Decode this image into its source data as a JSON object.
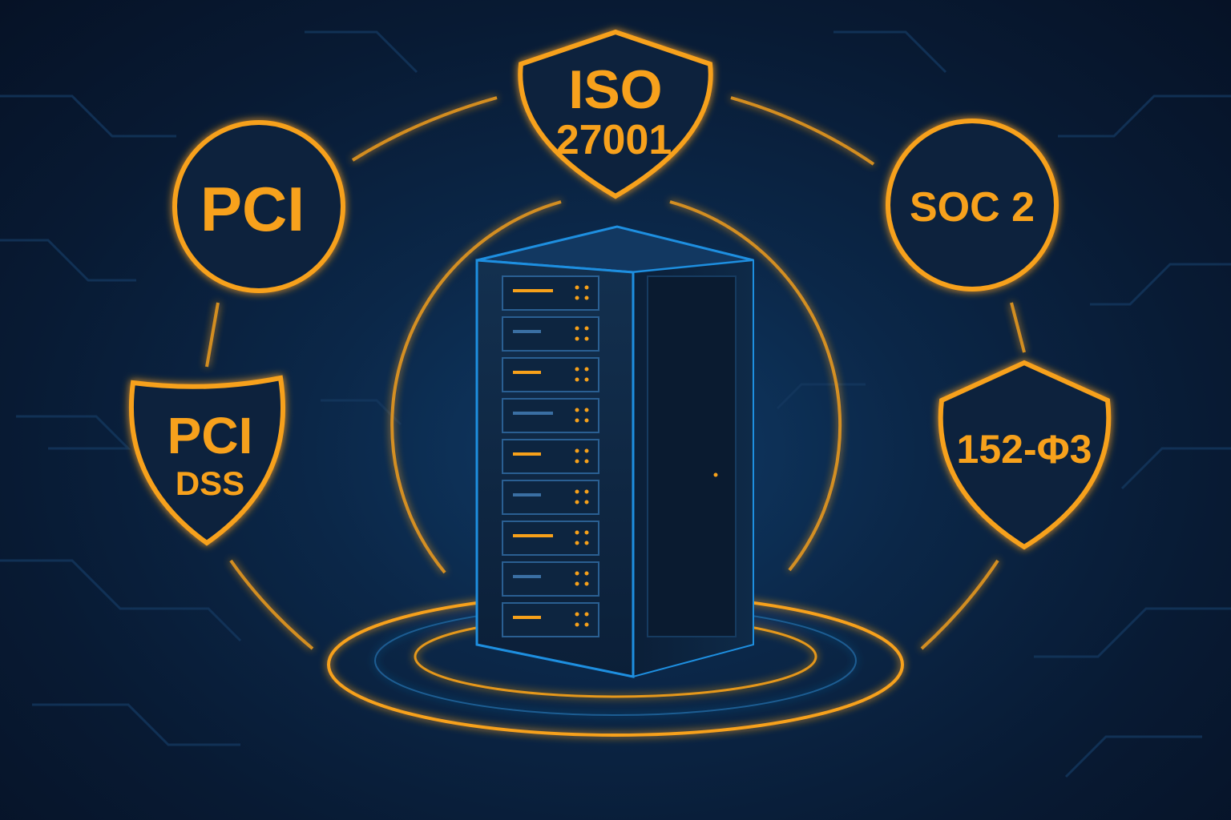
{
  "badges": {
    "iso": {
      "line1": "ISO",
      "line2": "27001"
    },
    "pci": {
      "label": "PCI"
    },
    "soc2": {
      "label": "SOC 2"
    },
    "pci_dss": {
      "line1": "PCI",
      "line2": "DSS"
    },
    "fz152": {
      "label": "152-Φ3"
    }
  },
  "colors": {
    "accent": "#f7a11a",
    "background": "#0a1e36",
    "rack_edge": "#1e8fe0"
  }
}
